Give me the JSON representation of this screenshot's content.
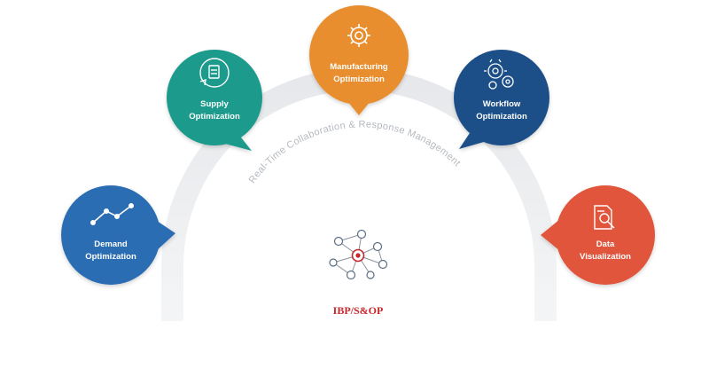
{
  "arc_caption": "Real-Time Collaboration & Response Management",
  "center": {
    "label": "IBP/S&OP",
    "icon": "network-icon",
    "accent": "#c8262c"
  },
  "bubbles": [
    {
      "key": "demand",
      "line1": "Demand",
      "line2": "Optimization",
      "color": "#2a6db3",
      "icon": "trend-line-icon"
    },
    {
      "key": "supply",
      "line1": "Supply",
      "line2": "Optimization",
      "color": "#1f9a8c",
      "icon": "supply-cycle-icon"
    },
    {
      "key": "manufacturing",
      "line1": "Manufacturing",
      "line2": "Optimization",
      "color": "#e88e2e",
      "icon": "gear-icon"
    },
    {
      "key": "workflow",
      "line1": "Workflow",
      "line2": "Optimization",
      "color": "#1d4f87",
      "icon": "gears-icon"
    },
    {
      "key": "data",
      "line1": "Data",
      "line2": "Visualization",
      "color": "#e0553a",
      "icon": "report-magnifier-icon"
    }
  ]
}
